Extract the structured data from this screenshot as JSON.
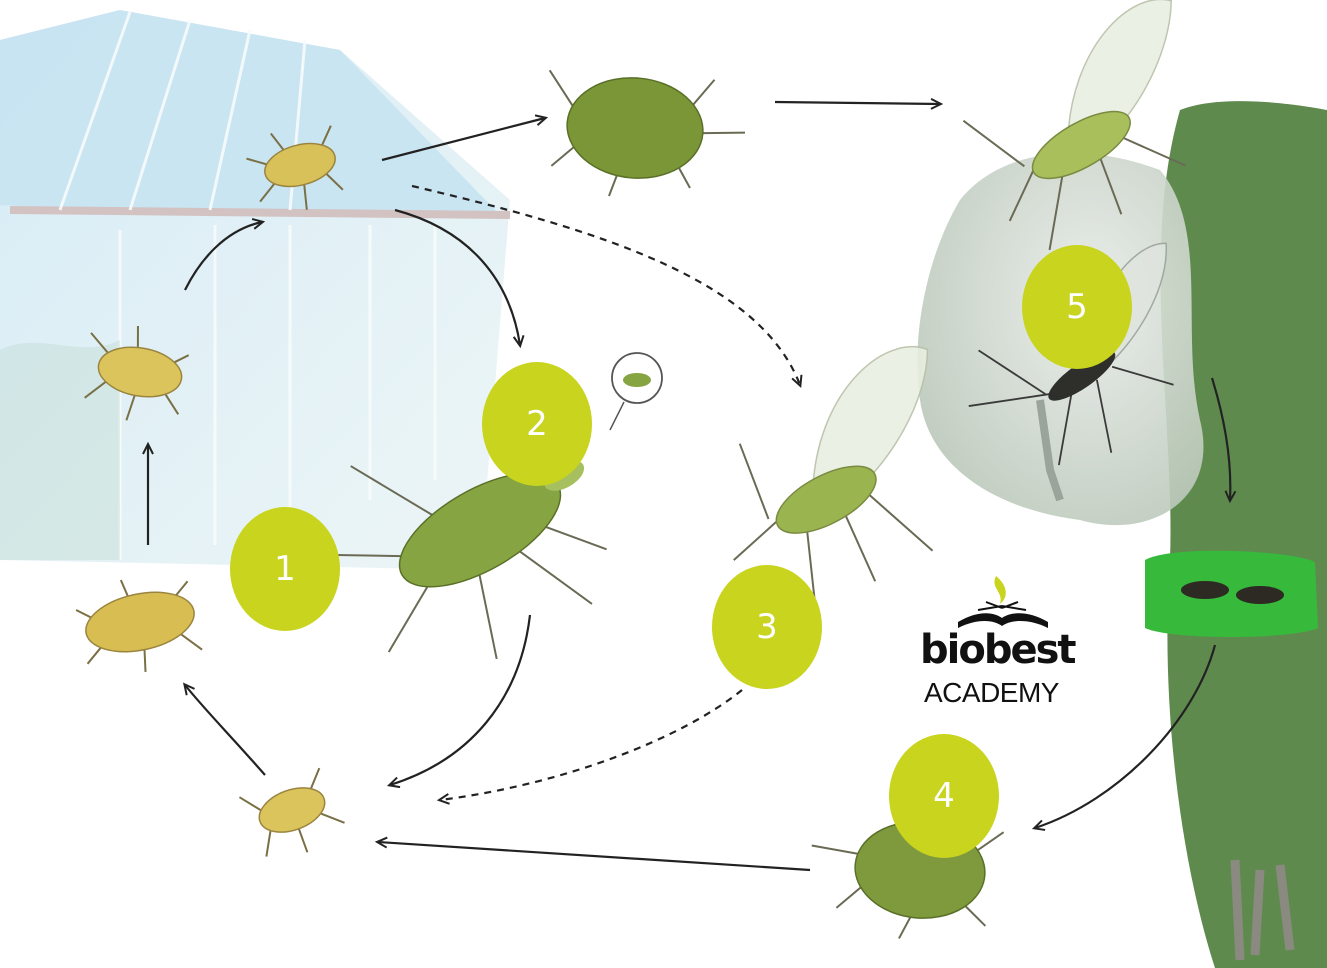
{
  "diagram": {
    "steps": [
      {
        "number": "1"
      },
      {
        "number": "2"
      },
      {
        "number": "3"
      },
      {
        "number": "4"
      },
      {
        "number": "5"
      }
    ],
    "logo": {
      "brand": "biobest",
      "subtitle": "ACADEMY"
    },
    "colors": {
      "step_circle": "#c8d41e",
      "aphid_yellow": "#d9c15a",
      "aphid_green": "#7e9a3c",
      "greenhouse_glass": "#d8ecf4",
      "tree_green": "#5f8a4e",
      "leaf_green": "#37b93c",
      "arrow": "#222222"
    }
  }
}
